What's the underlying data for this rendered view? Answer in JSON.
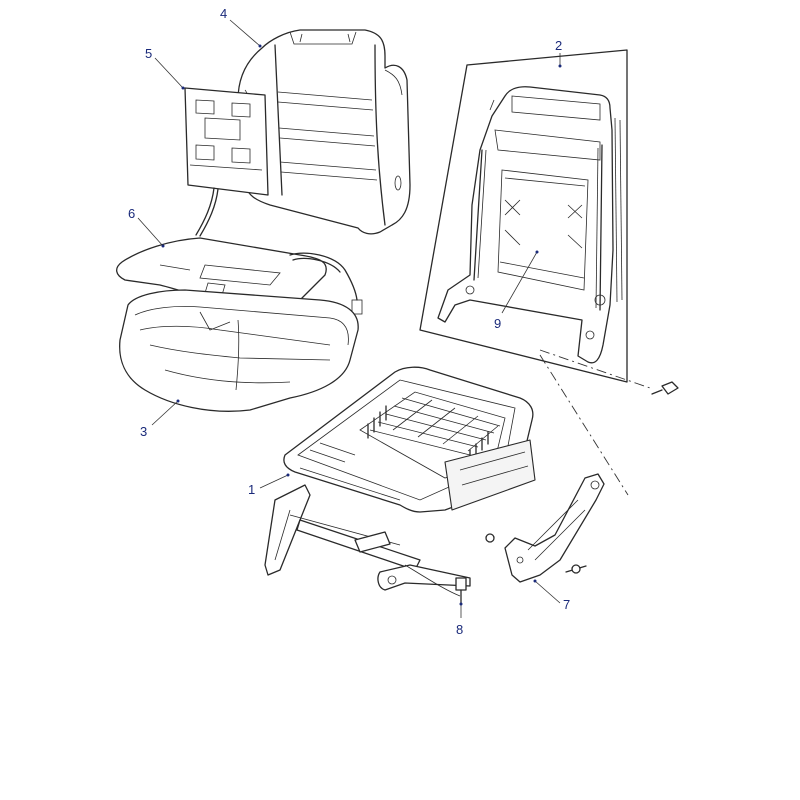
{
  "callouts": [
    {
      "id": "1",
      "text": "1"
    },
    {
      "id": "2",
      "text": "2"
    },
    {
      "id": "3",
      "text": "3"
    },
    {
      "id": "4",
      "text": "4"
    },
    {
      "id": "5",
      "text": "5"
    },
    {
      "id": "6",
      "text": "6"
    },
    {
      "id": "7",
      "text": "7"
    },
    {
      "id": "8",
      "text": "8"
    },
    {
      "id": "9",
      "text": "9"
    }
  ],
  "colors": {
    "line": "#2a2a2a",
    "callout": "#1a2a7a",
    "background": "#ffffff"
  }
}
